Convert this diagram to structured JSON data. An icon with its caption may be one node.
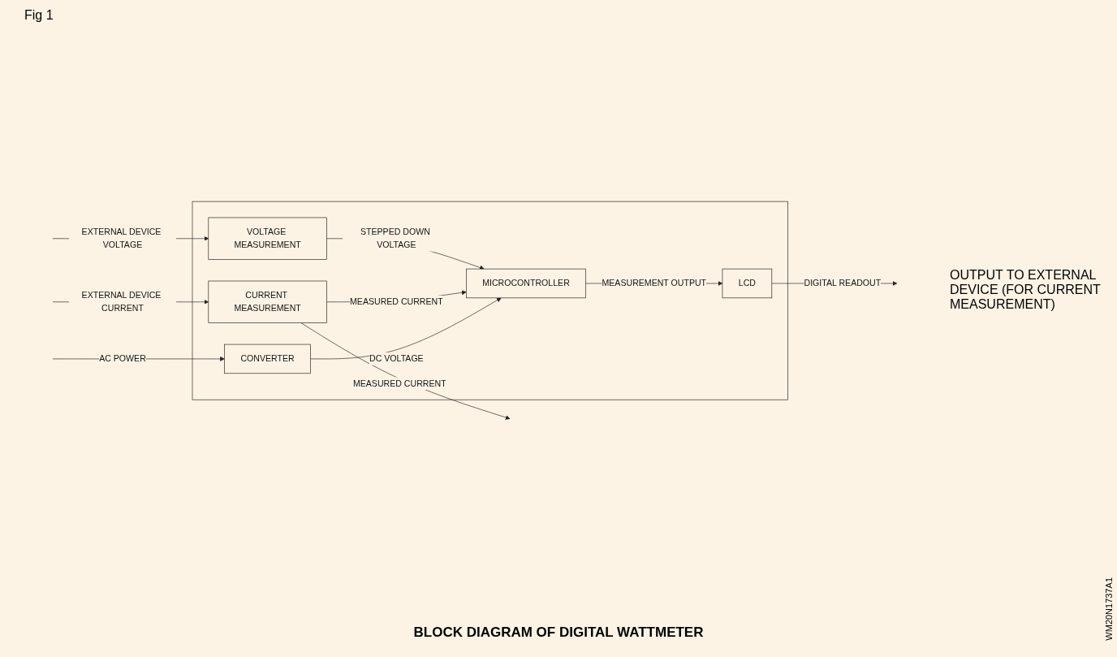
{
  "diagram": {
    "caption": "BLOCK DIAGRAM OF DIGITAL WATTMETER",
    "nodes": [
      {
        "text": [],
        "shape": "box"
      },
      {
        "text": [
          "VOLTAGE MEASUREMENT"
        ],
        "in": 0
      },
      {
        "text": [
          "MICROCONTROLLER"
        ],
        "in": 0
      },
      {
        "text": [
          "LCD"
        ],
        "in": 0
      },
      {
        "text": [
          "CURRENT MEASUREMENT"
        ],
        "in": 0
      },
      {
        "text": [
          "CONVERTER"
        ],
        "in": 0
      }
    ],
    "edges": [
      {
        "from": null,
        "to": 1,
        "arrow": "to",
        "label": "EXTERNAL DEVICE VOLTAGE"
      },
      {
        "from": 1,
        "to": 2,
        "arrow": "to",
        "label": "STEPPED DOWN VOLTAGE"
      },
      {
        "from": 2,
        "to": 3,
        "arrow": "to",
        "label": "MEASUREMENT OUTPUT"
      },
      {
        "from": 3,
        "to": null,
        "arrow": "to",
        "label": "DIGITAL READOUT"
      },
      {
        "from": null,
        "to": 4,
        "arrow": "to",
        "label": "EXTERNAL DEVICE CURRENT"
      },
      {
        "from": 4,
        "to": 2,
        "arrow": "to",
        "label": "MEASURED CURRENT"
      },
      {
        "from": 4,
        "to": null,
        "arrow": "to",
        "label": "MEASURED CURRENT"
      },
      {
        "from": 5,
        "to": 2,
        "arrow": "to",
        "label": "DC VOLTAGE"
      },
      {
        "from": null,
        "to": 5,
        "arrow": "to",
        "label": "AC POWER"
      }
    ],
    "labels": [
      "Fig 1",
      "OUTPUT TO EXTERNAL DEVICE (FOR CURRENT MEASUREMENT)",
      "WM20N1737A1"
    ]
  }
}
